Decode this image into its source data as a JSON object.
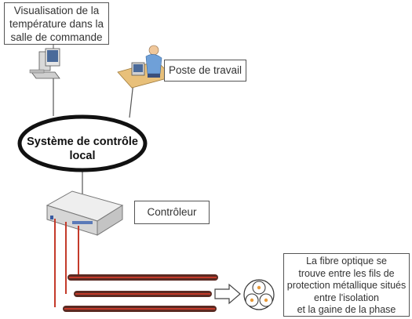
{
  "nodes": {
    "visualisation": [
      "Visualisation de la",
      "température dans la",
      "salle de commande"
    ],
    "workstation": "Poste de travail",
    "local_control_system": [
      "Système de contrôle",
      "local"
    ],
    "controller": "Contrôleur",
    "fiber_note": [
      "La fibre optique se",
      "trouve entre les fils de",
      "protection métallique situés",
      "entre l'isolation",
      "et la gaine de la phase"
    ]
  },
  "colors": {
    "cable_red": "#c43a2a",
    "cable_dark": "#5a2a22",
    "ellipse_stroke": "#111111",
    "connector": "#555555"
  },
  "icons": [
    "computer-icon",
    "workstation-person-icon",
    "controller-device-icon",
    "arrow-right-icon",
    "cable-cross-section-icon"
  ]
}
